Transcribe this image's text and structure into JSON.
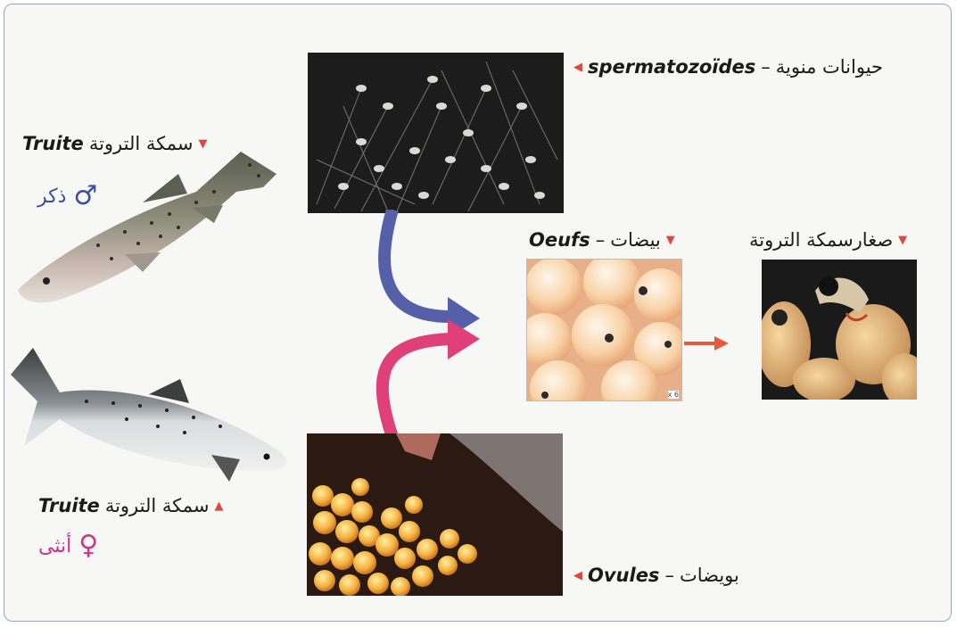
{
  "labels": {
    "trout_male": {
      "latin": "Truite",
      "arabic": "سمكة التروتة"
    },
    "male": {
      "symbol": "♂",
      "text": "ذكر"
    },
    "trout_female": {
      "latin": "Truite",
      "arabic": "سمكة التروتة"
    },
    "female": {
      "symbol": "♀",
      "text": "أنثى"
    },
    "sperm": {
      "latin": "spermatozoïdes",
      "sep": "–",
      "arabic": "حيوانات منوية"
    },
    "eggs": {
      "latin": "Oeufs",
      "sep": "–",
      "arabic": "بيضات"
    },
    "fry": {
      "arabic": "صغارسمكة التروتة"
    },
    "ovules": {
      "latin": "Ovules",
      "sep": "–",
      "arabic": "بويضات"
    }
  },
  "eggs_photo": {
    "scale": "x 6"
  },
  "colors": {
    "sperm_arrow": "#5560a8",
    "ovule_arrow": "#e0407a",
    "fry_arrow": "#e65a3c",
    "marker": "#e0473b",
    "male": "#3a4fa0",
    "female": "#d0338a"
  }
}
